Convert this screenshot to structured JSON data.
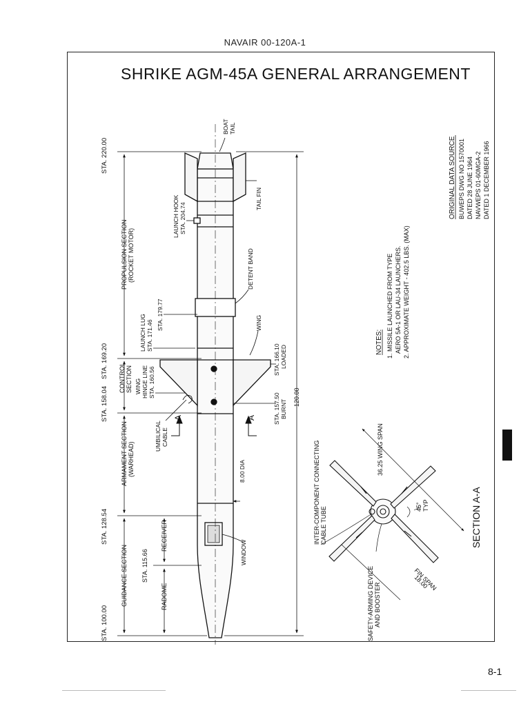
{
  "document_id": "NAVAIR 00-120A-1",
  "title": "SHRIKE AGM-45A GENERAL ARRANGEMENT",
  "page_number": "8-1",
  "stations": [
    {
      "id": "sta-220",
      "label": "STA. 220.00"
    },
    {
      "id": "sta-169",
      "label": "STA. 169.20"
    },
    {
      "id": "sta-158",
      "label": "STA. 158.04"
    },
    {
      "id": "sta-128",
      "label": "STA. 128.54"
    },
    {
      "id": "sta-100",
      "label": "STA. 100.00"
    }
  ],
  "sections": {
    "propulsion": "PROPULSION SECTION",
    "propulsion_sub": "(ROCKET MOTOR)",
    "control_1": "CONTROL",
    "control_2": "SECTION",
    "armament": "ARMAMENT SECTION",
    "armament_sub": "(WARHEAD)",
    "guidance": "GUIDANCE SECTION"
  },
  "callouts": {
    "boat_tail_1": "BOAT",
    "boat_tail_2": "TAIL",
    "tail_fin": "TAIL FIN",
    "launch_hook": "LAUNCH HOOK",
    "launch_hook_sta": "STA. 204.74",
    "detent_band": "DETENT BAND",
    "sta_179": "STA. 179.77",
    "launch_lug": "LAUNCH LUG",
    "launch_lug_sta": "STA. 171.46",
    "wing": "WING",
    "wing_hinge_1": "WING",
    "wing_hinge_2": "HINGE LINE",
    "wing_hinge_sta": "STA. 160.56",
    "sta_166": "STA. 166.10",
    "loaded": "LOADED",
    "sta_157": "STA. 157.50",
    "burnt": "BURNT",
    "umbilical_1": "UMBILICAL",
    "umbilical_2": "CABLE",
    "section_a": "A",
    "dia": "8.00 DIA",
    "window": "WINDOW",
    "receiver": "RECEIVER",
    "sta_115": "STA. 115.66",
    "radome": "RADOME",
    "overall": "120.00"
  },
  "section_view": {
    "title": "SECTION A-A",
    "wing_span": "36.25 WING SPAN",
    "fin_span_1": "18.00",
    "fin_span_2": "FIN SPAN",
    "angle_1": "45°",
    "angle_2": "TYP",
    "cable_tube_1": "INTER-COMPONENT CONNECTING",
    "cable_tube_2": "CABLE TUBE",
    "safety_1": "SAFETY-ARMING DEVICE",
    "safety_2": "AND BOOSTER"
  },
  "notes": {
    "heading": "NOTES:",
    "items": [
      "1. MISSILE LAUNCHED FROM TYPE",
      "AERO 5A-1 OR LAU-34 LAUNCHERS.",
      "2. APPROXIMATE WEIGHT - 402.5 LBS. (MAX)"
    ]
  },
  "data_source": {
    "heading": "ORIGINAL DATA SOURCE",
    "lines": [
      "BUWEPS DWG NO 1570001",
      "DATED 28 JUNE 1964",
      "NAVWEPS 01-60MGA-2",
      "DATED 1 DECEMBER 1966"
    ]
  }
}
